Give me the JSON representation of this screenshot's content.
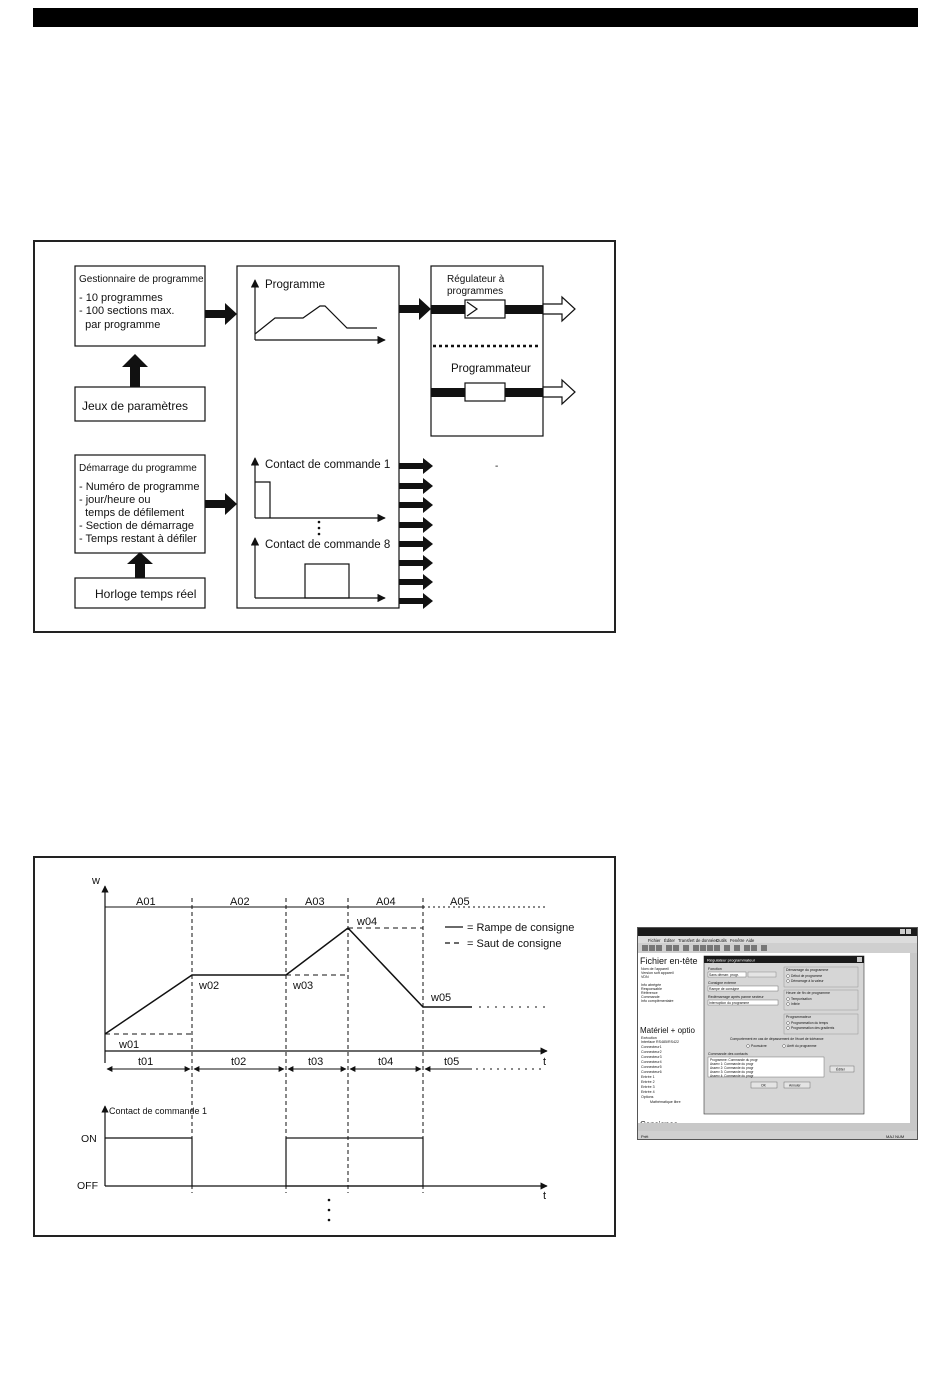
{
  "block_diagram": {
    "manager": {
      "title": "Gestionnaire de programme",
      "lines": [
        "- 10 programmes",
        "- 100 sections max.",
        "  par programme"
      ]
    },
    "params": "Jeux de paramètres",
    "start": {
      "title": "Démarrage du programme",
      "lines": [
        "- Numéro de programme",
        "- jour/heure ou",
        "  temps de défilement",
        "- Section de démarrage",
        "- Temps restant à défiler"
      ]
    },
    "clock": "Horloge temps réel",
    "program_label": "Programme",
    "contact1_label": "Contact de commande 1",
    "contact8_label": "Contact de commande 8",
    "regulator_label_1": "Régulateur à",
    "regulator_label_2": "programmes",
    "programmer_label": "Programmateur",
    "stray_dash": "-"
  },
  "timing_diagram": {
    "w_axis": "w",
    "t_axis": "t",
    "t_axis_2": "t",
    "sections": [
      "A01",
      "A02",
      "A03",
      "A04",
      "A05"
    ],
    "durations": [
      "t01",
      "t02",
      "t03",
      "t04",
      "t05"
    ],
    "setpoints": [
      "w01",
      "w02",
      "w03",
      "w04",
      "w05"
    ],
    "legend_ramp": "= Rampe de consigne",
    "legend_step": "= Saut de consigne",
    "contact_label": "Contact de commande 1",
    "on": "ON",
    "off": "OFF"
  },
  "software_screenshot": {
    "dialog_title": "Régulateur programmateur",
    "heading_1": "Fichier en-tête",
    "heading_2": "Matériel + optio",
    "heading_3": "Consignes",
    "field_labels": [
      "Nom de l'appareil",
      "Version soft appareil",
      "VDN",
      "Info abrégée",
      "Responsable",
      "Référence",
      "Commande",
      "Info complémentaire"
    ],
    "hw_labels": [
      "Exécution",
      "Interface RS485/RS422",
      "Connecteur1",
      "Connecteur2",
      "Connecteur3",
      "Connecteur4",
      "Connecteur5",
      "Connecteur6",
      "Entrée 1",
      "Entrée 2",
      "Entrée 3",
      "Entrée 4",
      "Options",
      "Mathématique libre"
    ],
    "function_label": "Fonction",
    "function_value": "Sans démarr. progr.",
    "setpoint_label": "Consigne externe",
    "setpoint_value": "Rampe de consigne",
    "restart_label": "Redémarrage après panne secteur",
    "restart_value": "Interruption du programme",
    "start_group": "Démarrage du programme",
    "start_opt1": "Début de programme",
    "start_opt2": "Démarrage à la valeur",
    "end_group": "Heure de fin de programme",
    "end_opt1": "Temporisation",
    "end_opt2": "Infinie",
    "prog_group": "Programmateur",
    "prog_opt1": "Programmation du temps",
    "prog_opt2": "Programmation des gradients",
    "behaviour_label": "Comportement en cas de dépassement de l'écart de tolérance",
    "behaviour_opt1": "Poursuivre",
    "behaviour_opt2": "Arrêt du programme",
    "contacts_group": "Commande des contacts",
    "contact_items": [
      "Programme: Commande du progr",
      "Asserv 1: Commande du progr",
      "Asserv 2: Commande du progr",
      "Asserv 3: Commande du progr",
      "Asserv 4: Commande du progr"
    ],
    "ok": "OK",
    "cancel": "Annuler",
    "edit": "Éditer",
    "menu": [
      "Fichier",
      "Éditer",
      "Transfert de données",
      "Outils",
      "Fenêtre",
      "Aide"
    ],
    "status_left": "Prêt",
    "status_right": "MAJ NUM"
  }
}
